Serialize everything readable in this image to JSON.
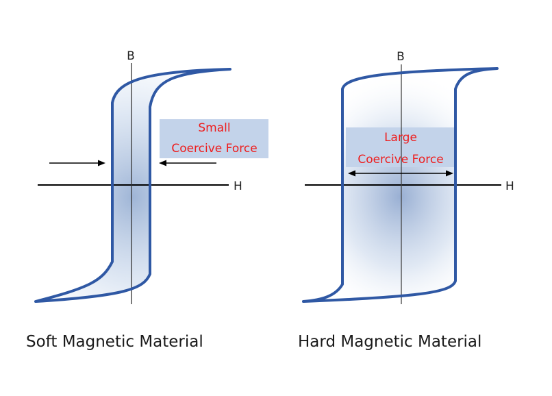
{
  "soft_panel": {
    "b_axis_label": "B",
    "h_axis_label": "H",
    "annotation_line1": "Small",
    "annotation_line2": "Coercive Force",
    "caption": "Soft Magnetic Material"
  },
  "hard_panel": {
    "b_axis_label": "B",
    "h_axis_label": "H",
    "annotation_line1": "Large",
    "annotation_line2": "Coercive Force",
    "caption": "Hard Magnetic Material"
  },
  "colors": {
    "loop_stroke": "#2f58a4",
    "loop_fill": "#dbe6f3",
    "annotation_box": "#c3d3ea",
    "annotation_text": "#ee1c1c",
    "axis": "#000000"
  }
}
